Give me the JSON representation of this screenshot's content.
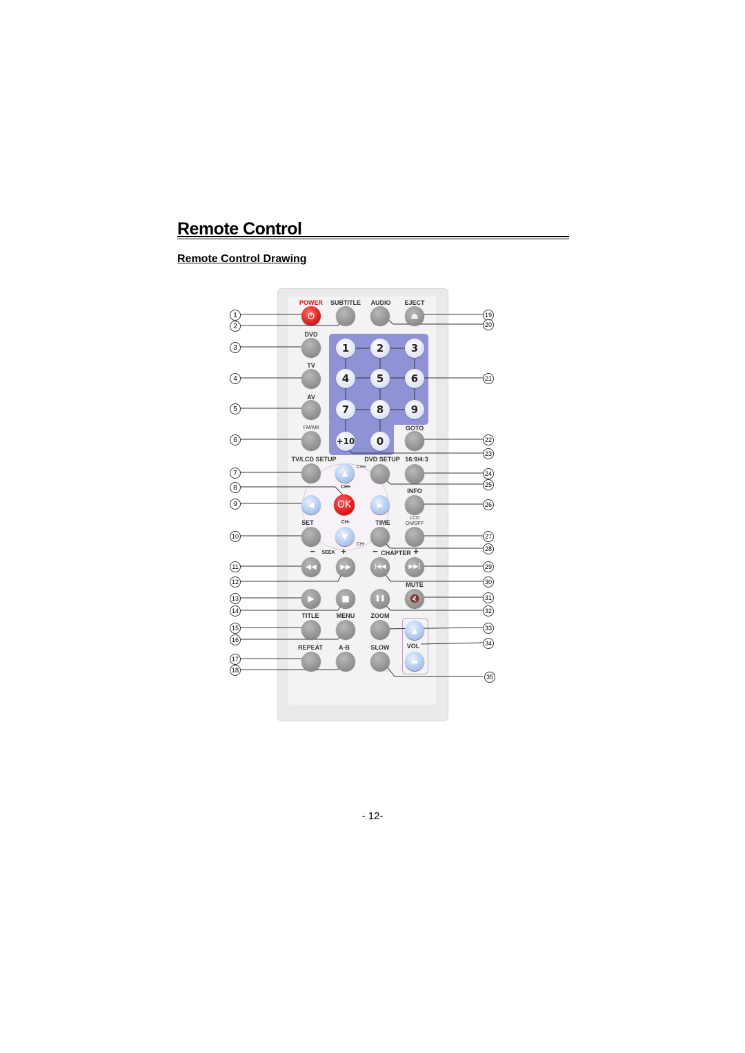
{
  "heading": "Remote Control",
  "subheading": "Remote Control Drawing",
  "page_number": "- 12-",
  "labels": {
    "power": "POWER",
    "subtitle": "SUBTITLE",
    "audio": "AUDIO",
    "eject": "EJECT",
    "dvd": "DVD",
    "tv": "TV",
    "av": "AV",
    "fm_am": "FM/AM",
    "goto": "GOTO",
    "tv_lcd_setup": "TV/LCD SETUP",
    "dvd_setup": "DVD SETUP",
    "aspect": "16:9/4:3",
    "ch_plus_small": "CH+",
    "ch_plus": "CH+",
    "ch_minus": "CH-",
    "ch_minus_small": "CH-",
    "info": "INFO",
    "set": "SET",
    "time": "TIME",
    "lcd_on_off": "LCD\nON/OFF",
    "seek": "SEEK",
    "chapter": "CHAPTER",
    "minus": "−",
    "plus": "+",
    "mute": "MUTE",
    "title": "TITLE",
    "menu": "MENU",
    "zoom": "ZOOM",
    "repeat": "REPEAT",
    "a_b": "A-B",
    "slow": "SLOW",
    "vol": "VOL"
  },
  "keys": {
    "n1": "1",
    "n2": "2",
    "n3": "3",
    "n4": "4",
    "n5": "5",
    "n6": "6",
    "n7": "7",
    "n8": "8",
    "n9": "9",
    "plus10": "+10",
    "n0": "0",
    "ok": "OK"
  },
  "icons": {
    "power": "⏻",
    "eject": "⏏",
    "up": "▲",
    "down": "▼",
    "left": "◀",
    "right": "▶",
    "rew": "◀◀",
    "ff": "▶▶",
    "prev": "|◀◀",
    "next": "▶▶|",
    "play": "▶",
    "stop": "■",
    "pause": "❚❚",
    "mute": "🔇",
    "vol_up": "▲",
    "vol_down": "▬"
  },
  "callouts_left": [
    "1",
    "2",
    "3",
    "4",
    "5",
    "6",
    "7",
    "8",
    "9",
    "10",
    "11",
    "12",
    "13",
    "14",
    "15",
    "16",
    "17",
    "18"
  ],
  "callouts_right": [
    "19",
    "20",
    "21",
    "22",
    "23",
    "24",
    "25",
    "26",
    "27",
    "28",
    "29",
    "30",
    "31",
    "32",
    "33",
    "34",
    "35"
  ]
}
